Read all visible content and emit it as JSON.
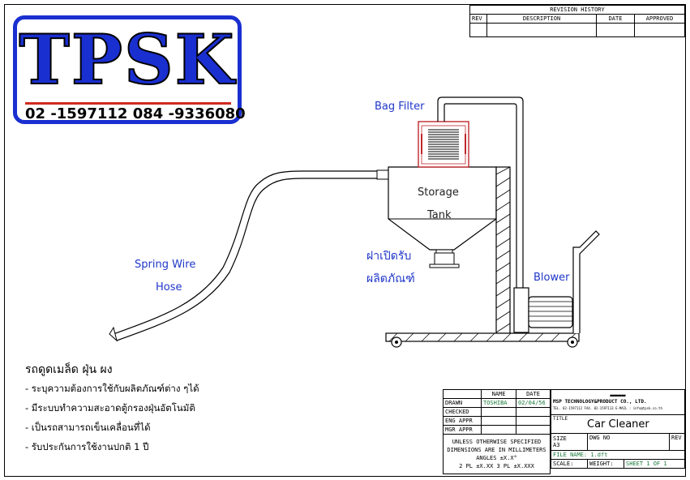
{
  "logo": {
    "name": "TPSK",
    "phones": "02 -1597112   084 -9336080"
  },
  "labels": {
    "bag_filter": "Bag Filter",
    "storage": "Storage",
    "tank": "Tank",
    "spring_wire": "Spring Wire",
    "hose": "Hose",
    "outlet_line1": "ฝาเปิดรับ",
    "outlet_line2": "ผลิตภัณฑ์",
    "blower": "Blower"
  },
  "features": {
    "title": "รถดูดเมล็ด ฝุ่น ผง",
    "items": [
      "- ระบุความต้องการใช้กับผลิตภัณฑ์ต่าง ๆได้",
      "- มีระบบทำความสะอาดตู้กรองฝุ่นอัตโนมัติ",
      "- เป็นรถสามารถเข็นเคลื่อนที่ได้",
      "- รับประกันการใช้งานปกติ 1 ปี"
    ]
  },
  "revision": {
    "title": "REVISION HISTORY",
    "headers": [
      "REV",
      "DESCRIPTION",
      "DATE",
      "APPROVED"
    ]
  },
  "title_block": {
    "col_name": "NAME",
    "col_date": "DATE",
    "rows": [
      {
        "label": "DRAWN",
        "name": "TOSHIBA",
        "date": "02/04/56"
      },
      {
        "label": "CHECKED",
        "name": "",
        "date": ""
      },
      {
        "label": "ENG APPR",
        "name": "",
        "date": ""
      },
      {
        "label": "MGR APPR",
        "name": "",
        "date": ""
      }
    ],
    "tolerance_lines": [
      "UNLESS OTHERWISE SPECIFIED",
      "DIMENSIONS ARE IN MILLIMETERS",
      "ANGLES ±X.X°",
      "2 PL ±X.XX 3 PL ±X.XXX"
    ],
    "company": "MSP TECHNOLOGY&PRODUCT CO., LTD.",
    "company_small": "TEL. 02-1597112 FAX. 02-1597113 E-MAIL : info@tpsk.co.th",
    "title_label": "TITLE",
    "title": "Car Cleaner",
    "size_label": "SIZE",
    "size": "A3",
    "dwg_label": "DWG NO",
    "rev_label": "REV",
    "file_name": "FILE NAME: 1.dft",
    "scale": "SCALE:",
    "weight": "WEIGHT:",
    "sheet": "SHEET 1 OF 1"
  },
  "colors": {
    "logo_blue": "#1a2fd0",
    "logo_red": "#d02a20",
    "label_blue": "#1f37c8",
    "filter_red": "#c0282d",
    "title_green": "#1a7a3a"
  }
}
